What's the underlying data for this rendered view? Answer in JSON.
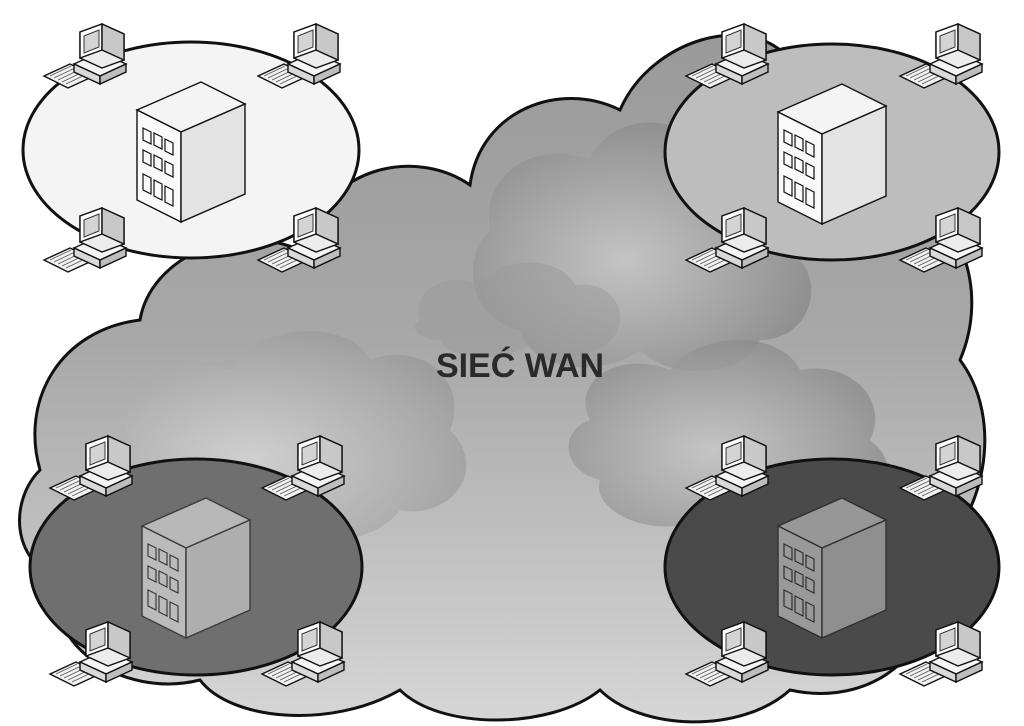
{
  "diagram": {
    "title": "SIEĆ WAN"
  },
  "colors": {
    "outline": "#111111",
    "cloud_light": "#d2d2d2",
    "cloud_mid": "#a9a9a9",
    "cloud_dark": "#8a8a8a",
    "lan_top_left": "#f4f4f4",
    "lan_top_right": "#bdbdbd",
    "lan_bottom_left": "#6f6f6f",
    "lan_bottom_right": "#4a4a4a"
  },
  "icons": {
    "building": "office-building-icon",
    "workstation": "workstation-computer-icon"
  },
  "lans": [
    {
      "id": "top-left"
    },
    {
      "id": "top-right"
    },
    {
      "id": "bottom-left"
    },
    {
      "id": "bottom-right"
    }
  ]
}
